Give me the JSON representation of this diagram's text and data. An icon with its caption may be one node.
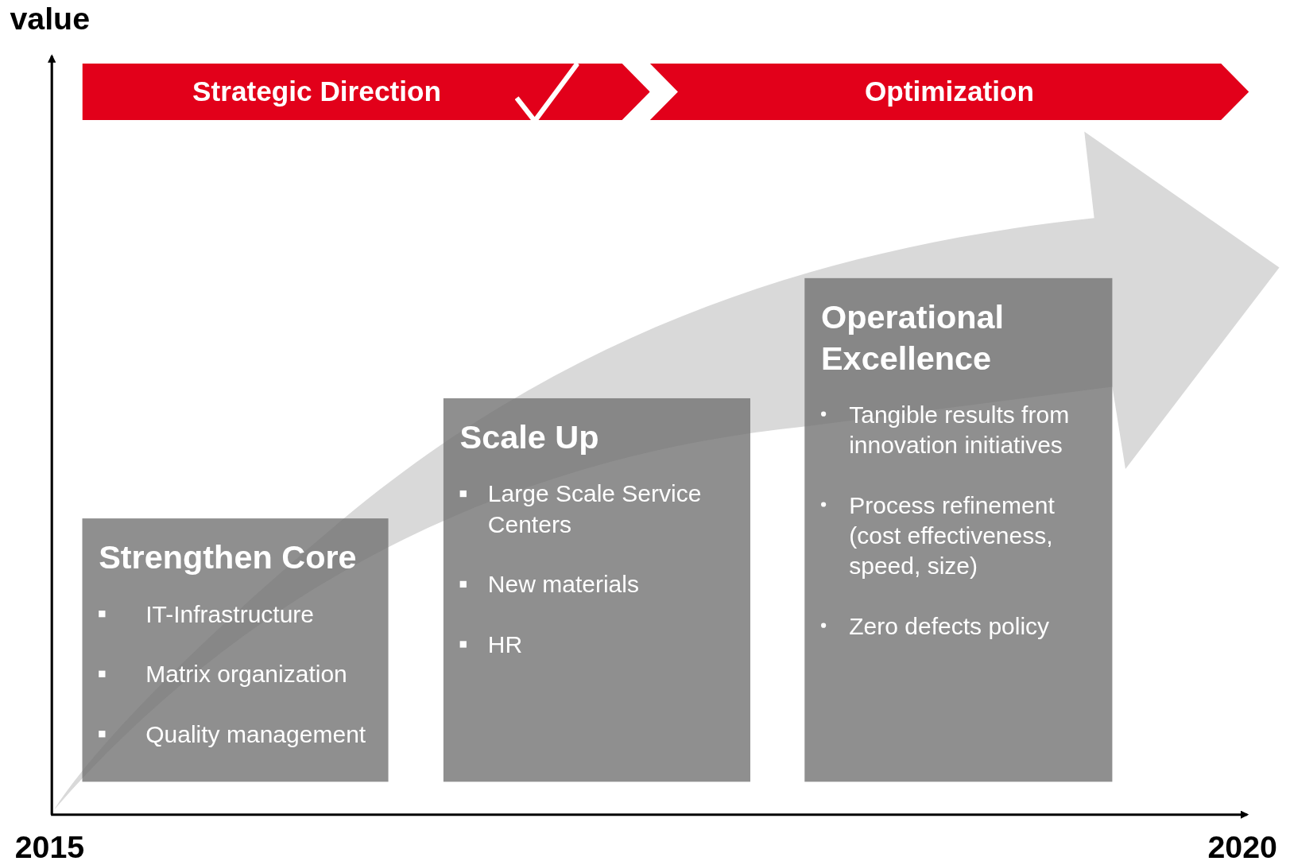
{
  "diagram": {
    "nodes": [
      {
        "text": [
          "Strategic Direction"
        ]
      },
      {
        "text": [
          "Optimization"
        ]
      },
      {
        "text": [
          "Strengthen Core",
          "IT-Infrastructure",
          "Matrix organization",
          "Quality management"
        ]
      },
      {
        "text": [
          "Scale Up",
          "Large Scale Service Centers",
          "New materials",
          "HR"
        ]
      },
      {
        "text": [
          "Operational Excellence",
          "Tangible results from innovation initiatives",
          "Process refinement (cost effectiveness, speed, size)",
          "Zero defects policy"
        ]
      }
    ],
    "labels": [
      "value",
      "2015",
      "2020"
    ]
  }
}
